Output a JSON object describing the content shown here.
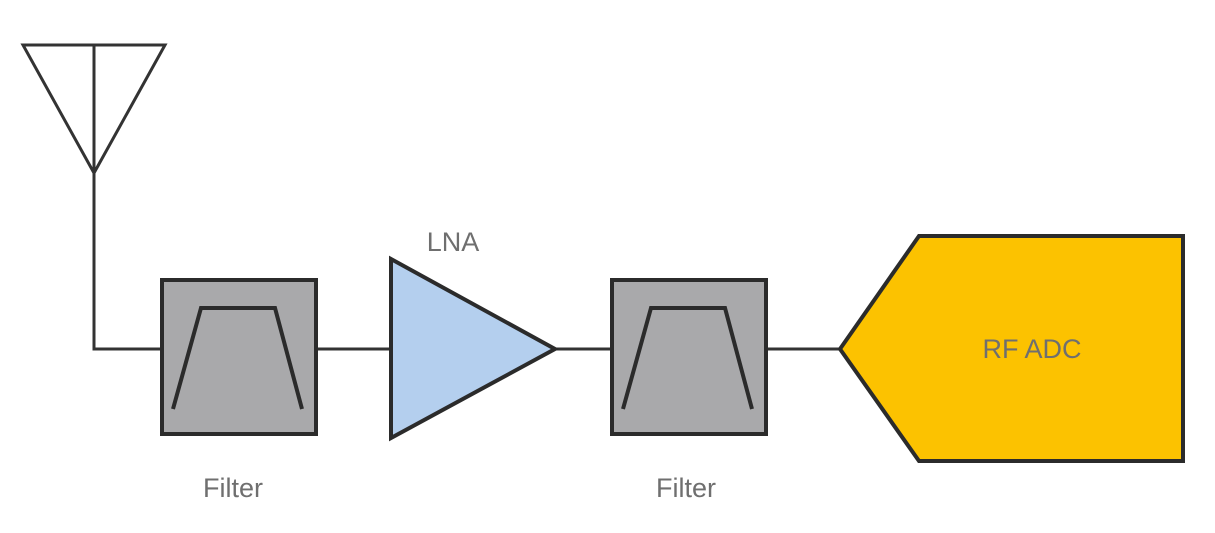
{
  "diagram": {
    "lna_label": "LNA",
    "filter1_label": "Filter",
    "filter2_label": "Filter",
    "adc_label": "RF ADC"
  },
  "colors": {
    "filter_fill": "#a9a9ab",
    "lna_fill": "#b4cfee",
    "adc_fill": "#fcc200",
    "outline": "#2b2b2b",
    "wire": "#333333",
    "label_text": "#6f6f6f"
  },
  "icons": {
    "antenna": "antenna-icon",
    "filter": "bandpass-filter-icon",
    "amplifier": "amplifier-triangle-icon"
  }
}
